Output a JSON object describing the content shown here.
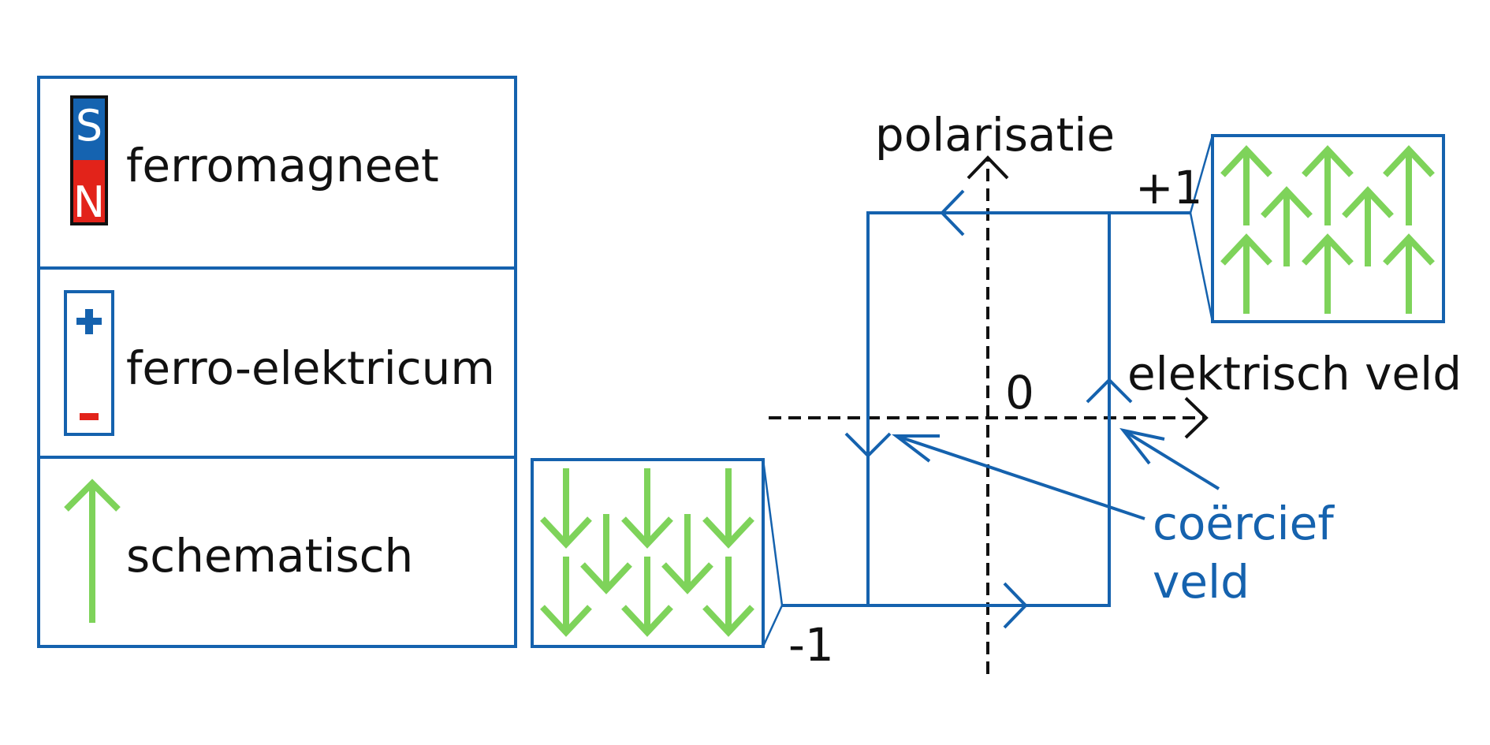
{
  "legend": {
    "ferromagnet": {
      "south_letter": "S",
      "north_letter": "N",
      "label": "ferromagneet"
    },
    "ferroelectric": {
      "plus_symbol": "+",
      "minus_symbol": "-",
      "label": "ferro-elektricum"
    },
    "schematic": {
      "label": "schematisch"
    }
  },
  "graph": {
    "y_axis_label": "polarisatie",
    "x_axis_label": "elektrisch veld",
    "origin_label": "0",
    "upper_level_label": "+1",
    "lower_level_label": "-1",
    "coercive_label_line1": "coërcief",
    "coercive_label_line2": "veld"
  },
  "colors": {
    "frame_blue": "#1562ae",
    "arrow_green": "#7ed35a",
    "magnet_south_blue": "#1563b0",
    "magnet_north_red": "#e2231a",
    "minus_red": "#e2231a",
    "axis_black": "#111111"
  },
  "icons": {
    "magnet": "bar-magnet-icon",
    "capacitor": "polarized-cell-icon",
    "up_arrow": "green-up-arrow-icon",
    "down_arrow": "green-down-arrow-icon"
  }
}
